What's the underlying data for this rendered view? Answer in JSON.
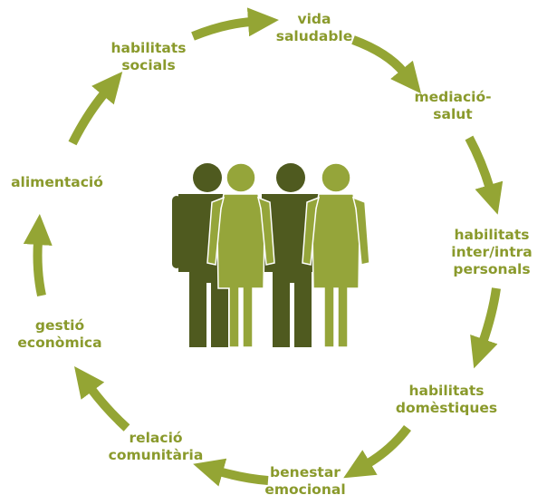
{
  "colors": {
    "accent_green": "#8a9a2c",
    "arrow_green": "#94a534",
    "figure_dark": "#4f5a1f",
    "figure_light": "#95a53a"
  },
  "cycle": {
    "direction": "clockwise",
    "items": [
      {
        "id": "vida-saludable",
        "lines": [
          "vida",
          "saludable"
        ]
      },
      {
        "id": "mediacio-salut",
        "lines": [
          "mediació-",
          "salut"
        ]
      },
      {
        "id": "habilitats-inter-intra-personals",
        "lines": [
          "habilitats",
          "inter/intra",
          "personals"
        ]
      },
      {
        "id": "habilitats-domestiques",
        "lines": [
          "habilitats",
          "domèstiques"
        ]
      },
      {
        "id": "benestar-emocional",
        "lines": [
          "benestar",
          "emocional"
        ]
      },
      {
        "id": "relacio-comunitaria",
        "lines": [
          "relació",
          "comunitària"
        ]
      },
      {
        "id": "gestio-economica",
        "lines": [
          "gestió",
          "econòmica"
        ]
      },
      {
        "id": "alimentacio",
        "lines": [
          "alimentació"
        ]
      },
      {
        "id": "habilitats-socials",
        "lines": [
          "habilitats",
          "socials"
        ]
      }
    ]
  },
  "center": {
    "icon": "group-of-four-people-icon",
    "figures": [
      "man",
      "woman",
      "man",
      "woman"
    ]
  }
}
